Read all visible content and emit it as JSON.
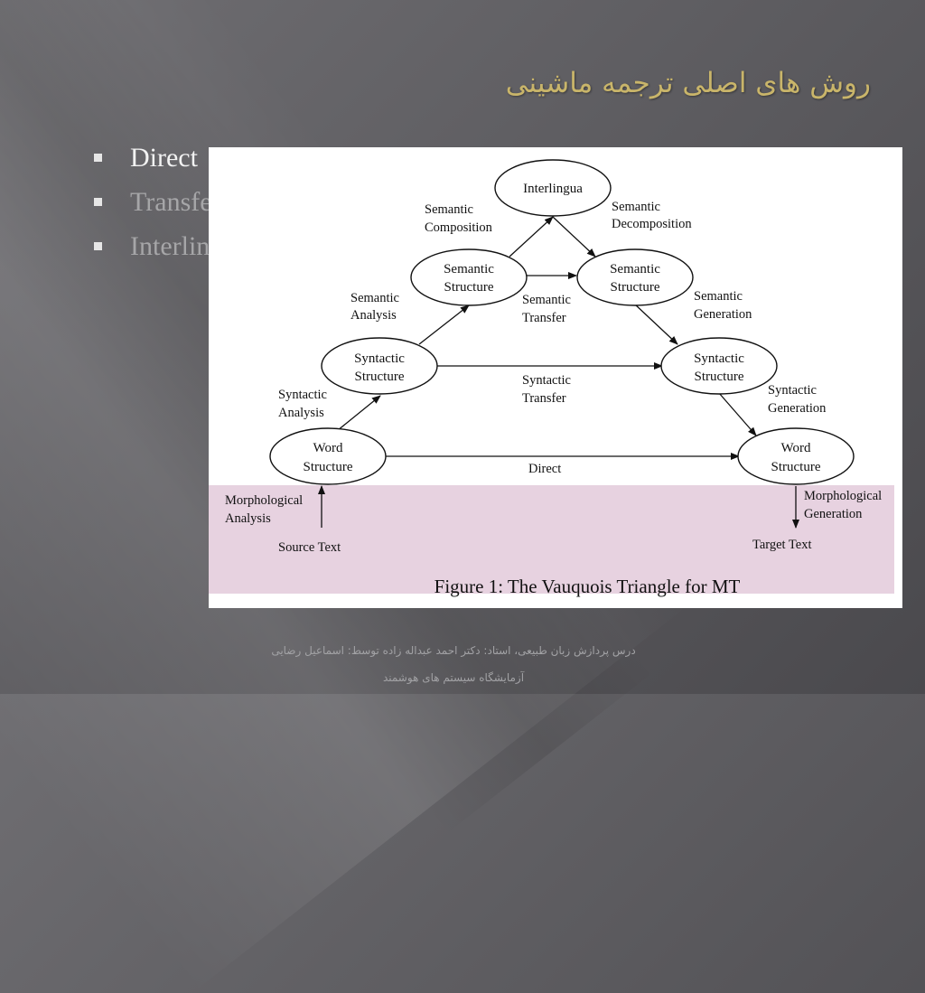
{
  "slide": {
    "title": "روش های اصلی ترجمه ماشینی",
    "bullets": [
      "Direct",
      "Transfer",
      "Interlingual"
    ],
    "footer_line1": "درس پردازش زبان طبیعی، استاد: دکتر احمد عبداله زاده  توسط: اسماعیل رضایی",
    "footer_line2": "آزمایشگاه سیستم های هوشمند"
  },
  "figure": {
    "nodes": {
      "interlingua": "Interlingua",
      "sem_left_1": "Semantic",
      "sem_left_2": "Structure",
      "sem_right_1": "Semantic",
      "sem_right_2": "Structure",
      "syn_left_1": "Syntactic",
      "syn_left_2": "Structure",
      "syn_right_1": "Syntactic",
      "syn_right_2": "Structure",
      "word_left_1": "Word",
      "word_left_2": "Structure",
      "word_right_1": "Word",
      "word_right_2": "Structure"
    },
    "labels": {
      "sem_comp_1": "Semantic",
      "sem_comp_2": "Composition",
      "sem_decomp_1": "Semantic",
      "sem_decomp_2": "Decomposition",
      "sem_analysis_1": "Semantic",
      "sem_analysis_2": "Analysis",
      "sem_transfer_1": "Semantic",
      "sem_transfer_2": "Transfer",
      "sem_generation_1": "Semantic",
      "sem_generation_2": "Generation",
      "syn_analysis_1": "Syntactic",
      "syn_analysis_2": "Analysis",
      "syn_transfer_1": "Syntactic",
      "syn_transfer_2": "Transfer",
      "syn_generation_1": "Syntactic",
      "syn_generation_2": "Generation",
      "direct": "Direct",
      "morph_analysis_1": "Morphological",
      "morph_analysis_2": "Analysis",
      "morph_generation_1": "Morphological",
      "morph_generation_2": "Generation",
      "source_text": "Source Text",
      "target_text": "Target Text"
    },
    "caption": "Figure 1: The Vauquois Triangle for MT"
  }
}
